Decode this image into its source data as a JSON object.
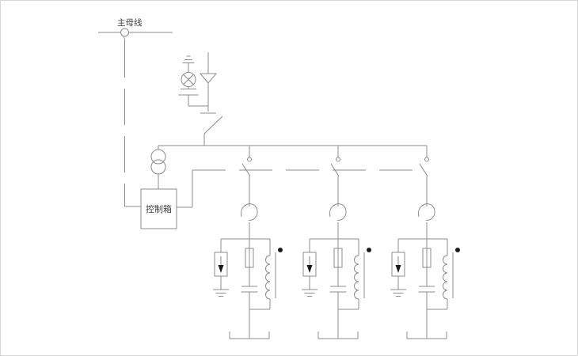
{
  "page": {
    "background_color": "#ffffff",
    "frame_border_color": "#d6d6d6",
    "line_color": "#8c8c8c",
    "text_color": "#3d3d3d",
    "symbol_fill_color": "#1c1c1c"
  },
  "labels": {
    "main_busbar": "主母线",
    "control_box": "控制箱"
  },
  "diagram": {
    "type": "electrical-single-line-schematic",
    "branch_count": 3,
    "components": [
      "main-busbar-tap",
      "dashed-control-lead",
      "earth-symbol",
      "indicator-lamp",
      "coupling-capacitor",
      "surge-arrester-triangle",
      "main-knife-switch",
      "voltage-transformer-double-circle",
      "control-box",
      "mechanical-linkage-dashed-line",
      "branch-disconnector",
      "current-transformer-hook",
      "surge-arrester-box-with-ground",
      "fuse",
      "capacitor",
      "reactor-coil-with-core-and-dot",
      "bottom-terminal-bracket"
    ]
  }
}
